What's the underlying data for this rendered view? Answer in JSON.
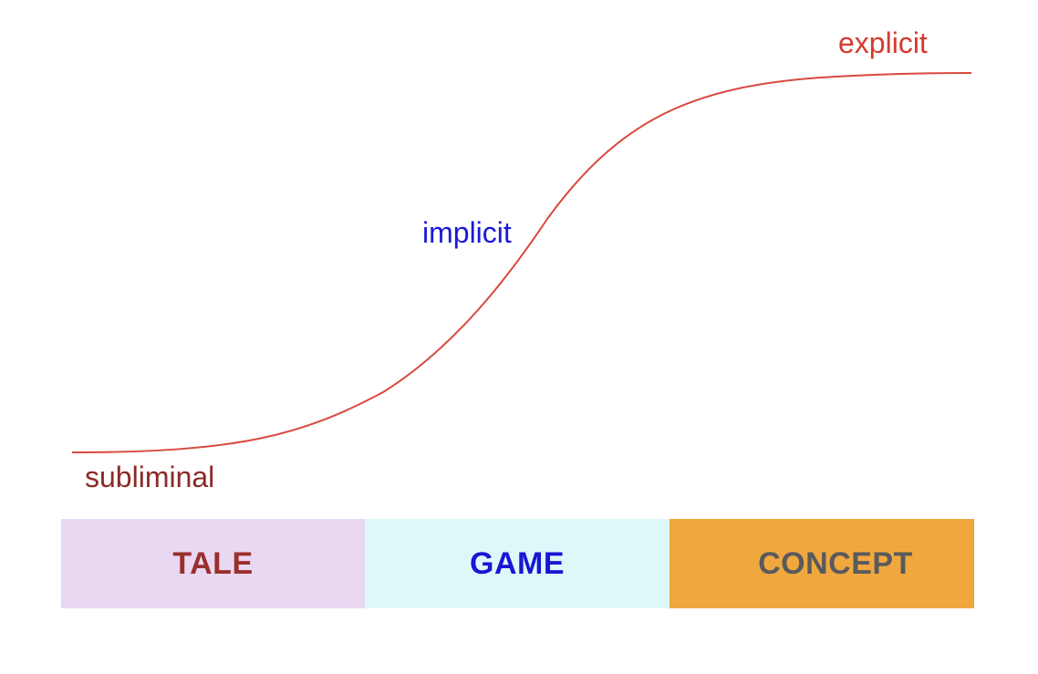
{
  "curve": {
    "color": "#d9493f",
    "labels": {
      "explicit": {
        "text": "explicit",
        "color": "#d43a2f"
      },
      "implicit": {
        "text": "implicit",
        "color": "#1a1ad6"
      },
      "subliminal": {
        "text": "subliminal",
        "color": "#8b2a26"
      }
    }
  },
  "bands": [
    {
      "id": "tale",
      "label": "TALE",
      "background": "#e9d8f2",
      "color": "#9a2f2b"
    },
    {
      "id": "game",
      "label": "GAME",
      "background": "#def8fa",
      "color": "#1717d4"
    },
    {
      "id": "concept",
      "label": "CONCEPT",
      "background": "#f0a83e",
      "color": "#5a5a5c"
    }
  ]
}
